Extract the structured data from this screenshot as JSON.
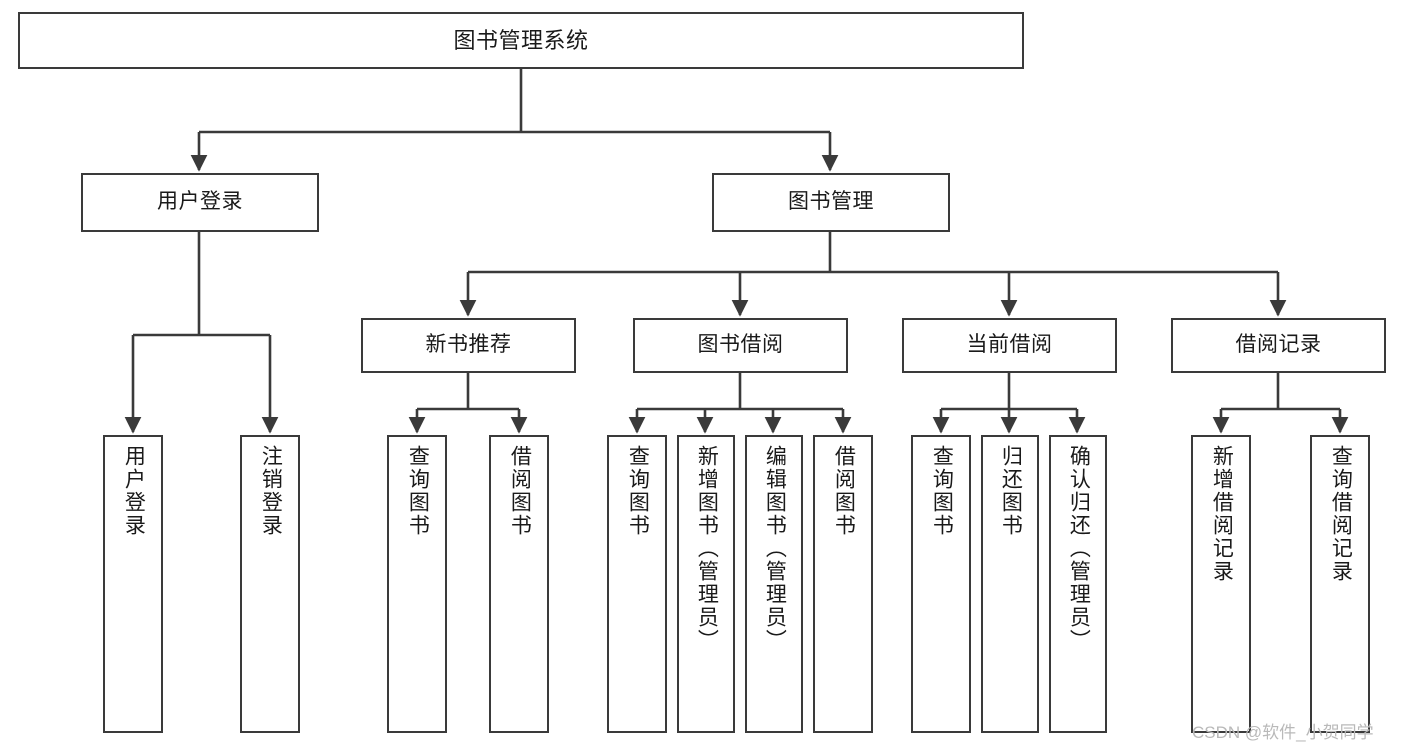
{
  "diagram": {
    "title": "图书管理系统",
    "type": "tree-hierarchy-chart",
    "background_color": "#ffffff",
    "node_border_color": "#3a3a3a",
    "node_fill_color": "#ffffff",
    "text_color": "#1a1a1a"
  },
  "root": {
    "label": "图书管理系统"
  },
  "level1": [
    {
      "label": "用户登录"
    },
    {
      "label": "图书管理"
    }
  ],
  "level2": [
    {
      "label": "新书推荐"
    },
    {
      "label": "图书借阅"
    },
    {
      "label": "当前借阅"
    },
    {
      "label": "借阅记录"
    }
  ],
  "leaves": {
    "user_login": [
      {
        "label": "用户登录"
      },
      {
        "label": "注销登录"
      }
    ],
    "new_book_recommend": [
      {
        "label": "查询图书"
      },
      {
        "label": "借阅图书"
      }
    ],
    "book_borrow": [
      {
        "label": "查询图书"
      },
      {
        "label": "新增图书（管理员）"
      },
      {
        "label": "编辑图书（管理员）"
      },
      {
        "label": "借阅图书"
      }
    ],
    "current_borrow": [
      {
        "label": "查询图书"
      },
      {
        "label": "归还图书"
      },
      {
        "label": "确认归还（管理员）"
      }
    ],
    "borrow_record": [
      {
        "label": "新增借阅记录"
      },
      {
        "label": "查询借阅记录"
      }
    ]
  },
  "watermark": {
    "text": "CSDN @软件_小贺同学"
  }
}
